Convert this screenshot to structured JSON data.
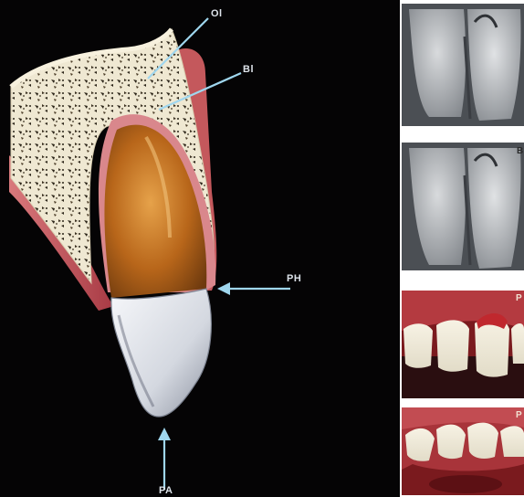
{
  "labels": {
    "ol": "Ol",
    "bl": "Bl",
    "ph": "PH",
    "pa": "PA"
  },
  "panel_letters": {
    "xray_bottom": "B",
    "photo_top": "P",
    "photo_bottom": "P"
  },
  "colors": {
    "background": "#050405",
    "bone": "#efe8d2",
    "gingiva": "#c2484e",
    "enamel": "#dfe3ea",
    "crown_interior": "#c4741e",
    "arrow": "#9fd6ee"
  }
}
